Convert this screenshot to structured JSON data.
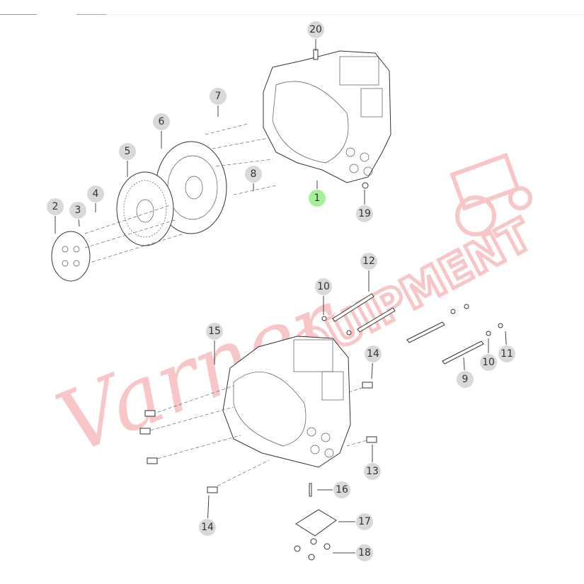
{
  "diagram": {
    "title": "Clutch housing exploded parts diagram",
    "highlight_color": "#a6f09a",
    "callout_color": "#d9d9d9",
    "watermark": {
      "script": "Varner",
      "block": "EQUIPMENT",
      "color": "#f4a0a0"
    },
    "callouts": [
      {
        "id": "c20",
        "label": "20"
      },
      {
        "id": "c7",
        "label": "7"
      },
      {
        "id": "c6",
        "label": "6"
      },
      {
        "id": "c5",
        "label": "5"
      },
      {
        "id": "c8",
        "label": "8"
      },
      {
        "id": "c1",
        "label": "1",
        "highlighted": true
      },
      {
        "id": "c19",
        "label": "19"
      },
      {
        "id": "c4",
        "label": "4"
      },
      {
        "id": "c3",
        "label": "3"
      },
      {
        "id": "c2",
        "label": "2"
      },
      {
        "id": "c12",
        "label": "12"
      },
      {
        "id": "c10a",
        "label": "10"
      },
      {
        "id": "c15",
        "label": "15"
      },
      {
        "id": "c14a",
        "label": "14"
      },
      {
        "id": "c10b",
        "label": "10"
      },
      {
        "id": "c11",
        "label": "11"
      },
      {
        "id": "c9",
        "label": "9"
      },
      {
        "id": "c13",
        "label": "13"
      },
      {
        "id": "c16",
        "label": "16"
      },
      {
        "id": "c17",
        "label": "17"
      },
      {
        "id": "c18",
        "label": "18"
      },
      {
        "id": "c14b",
        "label": "14"
      }
    ]
  }
}
